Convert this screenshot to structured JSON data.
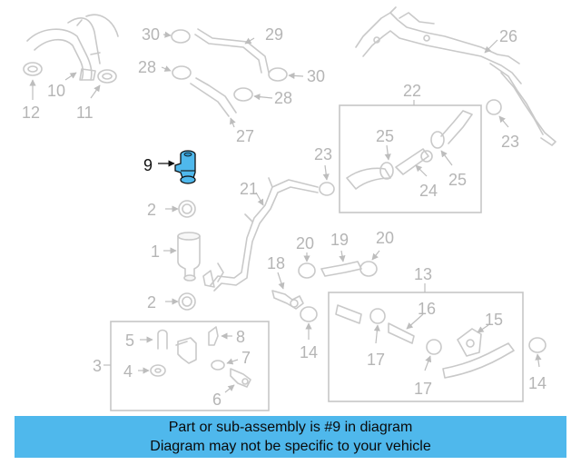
{
  "diagram": {
    "highlight_color": "#4fb8ec",
    "part_color": "#c9c9c9",
    "label_color": "#b5b5b5",
    "labels": {
      "l1": "1",
      "l2a": "2",
      "l2b": "2",
      "l3": "3",
      "l4": "4",
      "l5": "5",
      "l6": "6",
      "l7": "7",
      "l8": "8",
      "l9": "9",
      "l10": "10",
      "l11": "11",
      "l12": "12",
      "l13": "13",
      "l14a": "14",
      "l14b": "14",
      "l15": "15",
      "l16": "16",
      "l17a": "17",
      "l17b": "17",
      "l18": "18",
      "l19": "19",
      "l20a": "20",
      "l20b": "20",
      "l21": "21",
      "l22": "22",
      "l23a": "23",
      "l23b": "23",
      "l24": "24",
      "l25a": "25",
      "l25b": "25",
      "l26": "26",
      "l27": "27",
      "l28a": "28",
      "l28b": "28",
      "l29": "29",
      "l30a": "30",
      "l30b": "30"
    }
  },
  "banner": {
    "line1": "Part or sub-assembly is #9 in diagram",
    "line2": "Diagram may not be specific to your vehicle"
  }
}
